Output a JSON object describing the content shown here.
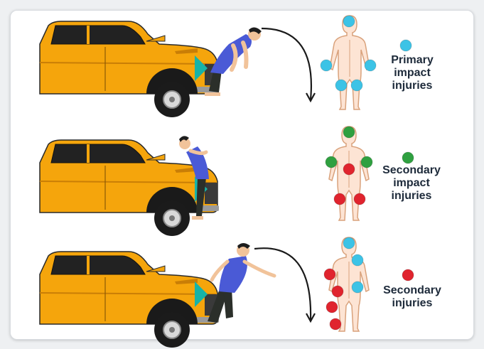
{
  "colors": {
    "car_body": "#f5a50c",
    "car_shadow": "#c97e06",
    "impact_arrow": "#17b3a8",
    "shirt": "#4a5ad6",
    "pants": "#2b2f2a",
    "skin": "#f1c39a",
    "hair": "#1d1d1d",
    "body_outline": "#d9a27c",
    "body_fill": "#fde4d4",
    "dot_primary": "#3cc3e6",
    "dot_secondary_impact": "#2fa040",
    "dot_secondary": "#e0242e"
  },
  "panels": [
    {
      "id": "primary",
      "legend_color": "dot_primary",
      "label_lines": [
        "Primary",
        "impact",
        "injuries"
      ]
    },
    {
      "id": "secondary-impact",
      "legend_color": "dot_secondary_impact",
      "label_lines": [
        "Secondary",
        "impact",
        "injuries"
      ]
    },
    {
      "id": "secondary",
      "legend_color": "dot_secondary",
      "label_lines": [
        "Secondary",
        "injuries"
      ]
    }
  ]
}
